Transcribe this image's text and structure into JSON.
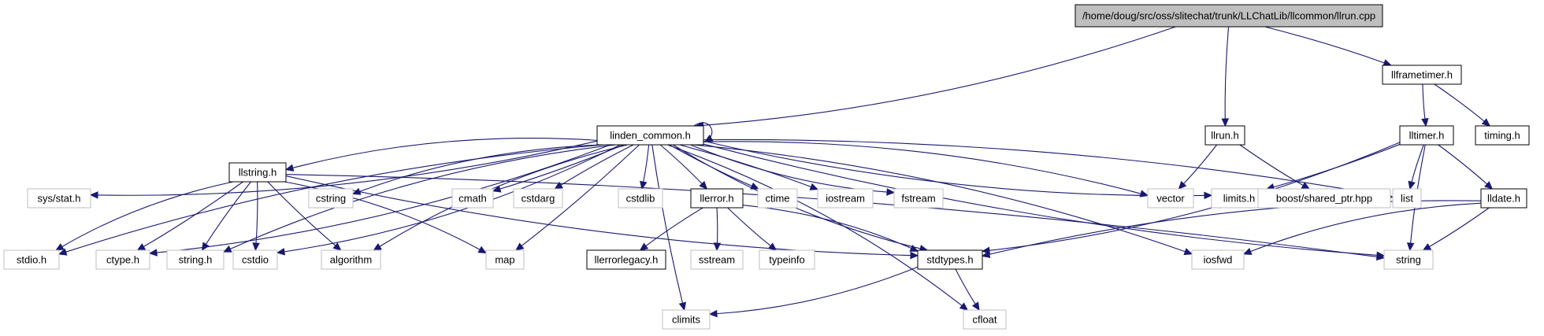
{
  "diagram": {
    "type": "include-dependency-graph",
    "colors": {
      "edge": "#191970",
      "root_fill": "#bfbfbf",
      "documented_border": "#000000",
      "external_border": "#bfbfbf"
    },
    "nodes": [
      {
        "id": "root",
        "label": "/home/doug/src/oss/slitechat/trunk/LLChatLib/llcommon/llrun.cpp",
        "kind": "root"
      },
      {
        "id": "linden_common",
        "label": "linden_common.h",
        "kind": "doc"
      },
      {
        "id": "llrun_h",
        "label": "llrun.h",
        "kind": "doc"
      },
      {
        "id": "llframetimer",
        "label": "llframetimer.h",
        "kind": "doc"
      },
      {
        "id": "lltimer",
        "label": "lltimer.h",
        "kind": "doc"
      },
      {
        "id": "timing",
        "label": "timing.h",
        "kind": "doc"
      },
      {
        "id": "llstring",
        "label": "llstring.h",
        "kind": "doc"
      },
      {
        "id": "llerror",
        "label": "llerror.h",
        "kind": "doc"
      },
      {
        "id": "lldate",
        "label": "lldate.h",
        "kind": "doc"
      },
      {
        "id": "llerrorlegacy",
        "label": "llerrorlegacy.h",
        "kind": "doc"
      },
      {
        "id": "stdtypes",
        "label": "stdtypes.h",
        "kind": "doc"
      },
      {
        "id": "sys_stat",
        "label": "sys/stat.h",
        "kind": "ext"
      },
      {
        "id": "cstring",
        "label": "cstring",
        "kind": "ext"
      },
      {
        "id": "cmath",
        "label": "cmath",
        "kind": "ext"
      },
      {
        "id": "cstdarg",
        "label": "cstdarg",
        "kind": "ext"
      },
      {
        "id": "cstdlib",
        "label": "cstdlib",
        "kind": "ext"
      },
      {
        "id": "ctime",
        "label": "ctime",
        "kind": "ext"
      },
      {
        "id": "iostream",
        "label": "iostream",
        "kind": "ext"
      },
      {
        "id": "fstream",
        "label": "fstream",
        "kind": "ext"
      },
      {
        "id": "vector",
        "label": "vector",
        "kind": "ext"
      },
      {
        "id": "limits_h",
        "label": "limits.h",
        "kind": "ext"
      },
      {
        "id": "boost_shared_ptr",
        "label": "boost/shared_ptr.hpp",
        "kind": "ext"
      },
      {
        "id": "list",
        "label": "list",
        "kind": "ext"
      },
      {
        "id": "stdio_h",
        "label": "stdio.h",
        "kind": "ext"
      },
      {
        "id": "ctype_h",
        "label": "ctype.h",
        "kind": "ext"
      },
      {
        "id": "string_h",
        "label": "string.h",
        "kind": "ext"
      },
      {
        "id": "cstdio",
        "label": "cstdio",
        "kind": "ext"
      },
      {
        "id": "algorithm",
        "label": "algorithm",
        "kind": "ext"
      },
      {
        "id": "map",
        "label": "map",
        "kind": "ext"
      },
      {
        "id": "sstream",
        "label": "sstream",
        "kind": "ext"
      },
      {
        "id": "typeinfo",
        "label": "typeinfo",
        "kind": "ext"
      },
      {
        "id": "iosfwd",
        "label": "iosfwd",
        "kind": "ext"
      },
      {
        "id": "string",
        "label": "string",
        "kind": "ext"
      },
      {
        "id": "climits",
        "label": "climits",
        "kind": "ext"
      },
      {
        "id": "cfloat",
        "label": "cfloat",
        "kind": "ext"
      }
    ],
    "edges": [
      [
        "root",
        "linden_common"
      ],
      [
        "root",
        "llrun_h"
      ],
      [
        "root",
        "llframetimer"
      ],
      [
        "llframetimer",
        "lltimer"
      ],
      [
        "llframetimer",
        "timing"
      ],
      [
        "linden_common",
        "linden_common"
      ],
      [
        "linden_common",
        "sys_stat"
      ],
      [
        "linden_common",
        "cstring"
      ],
      [
        "linden_common",
        "cmath"
      ],
      [
        "linden_common",
        "cstdarg"
      ],
      [
        "linden_common",
        "cstdlib"
      ],
      [
        "linden_common",
        "ctime"
      ],
      [
        "linden_common",
        "iostream"
      ],
      [
        "linden_common",
        "fstream"
      ],
      [
        "linden_common",
        "vector"
      ],
      [
        "linden_common",
        "limits_h"
      ],
      [
        "linden_common",
        "list"
      ],
      [
        "linden_common",
        "llstring"
      ],
      [
        "linden_common",
        "llerror"
      ],
      [
        "linden_common",
        "stdio_h"
      ],
      [
        "linden_common",
        "ctype_h"
      ],
      [
        "linden_common",
        "string_h"
      ],
      [
        "linden_common",
        "cstdio"
      ],
      [
        "linden_common",
        "algorithm"
      ],
      [
        "linden_common",
        "map"
      ],
      [
        "linden_common",
        "climits"
      ],
      [
        "linden_common",
        "cfloat"
      ],
      [
        "linden_common",
        "stdtypes"
      ],
      [
        "linden_common",
        "iosfwd"
      ],
      [
        "linden_common",
        "string"
      ],
      [
        "llrun_h",
        "vector"
      ],
      [
        "llrun_h",
        "boost_shared_ptr"
      ],
      [
        "lltimer",
        "limits_h"
      ],
      [
        "lltimer",
        "list"
      ],
      [
        "lltimer",
        "lldate"
      ],
      [
        "lltimer",
        "string"
      ],
      [
        "lltimer",
        "stdtypes"
      ],
      [
        "llstring",
        "stdio_h"
      ],
      [
        "llstring",
        "ctype_h"
      ],
      [
        "llstring",
        "string_h"
      ],
      [
        "llstring",
        "cstdio"
      ],
      [
        "llstring",
        "algorithm"
      ],
      [
        "llstring",
        "map"
      ],
      [
        "llstring",
        "stdtypes"
      ],
      [
        "llstring",
        "string"
      ],
      [
        "llerror",
        "llerrorlegacy"
      ],
      [
        "llerror",
        "sstream"
      ],
      [
        "llerror",
        "typeinfo"
      ],
      [
        "llerror",
        "stdtypes"
      ],
      [
        "lldate",
        "iosfwd"
      ],
      [
        "lldate",
        "string"
      ],
      [
        "lldate",
        "stdtypes"
      ],
      [
        "stdtypes",
        "climits"
      ],
      [
        "stdtypes",
        "cfloat"
      ]
    ]
  }
}
